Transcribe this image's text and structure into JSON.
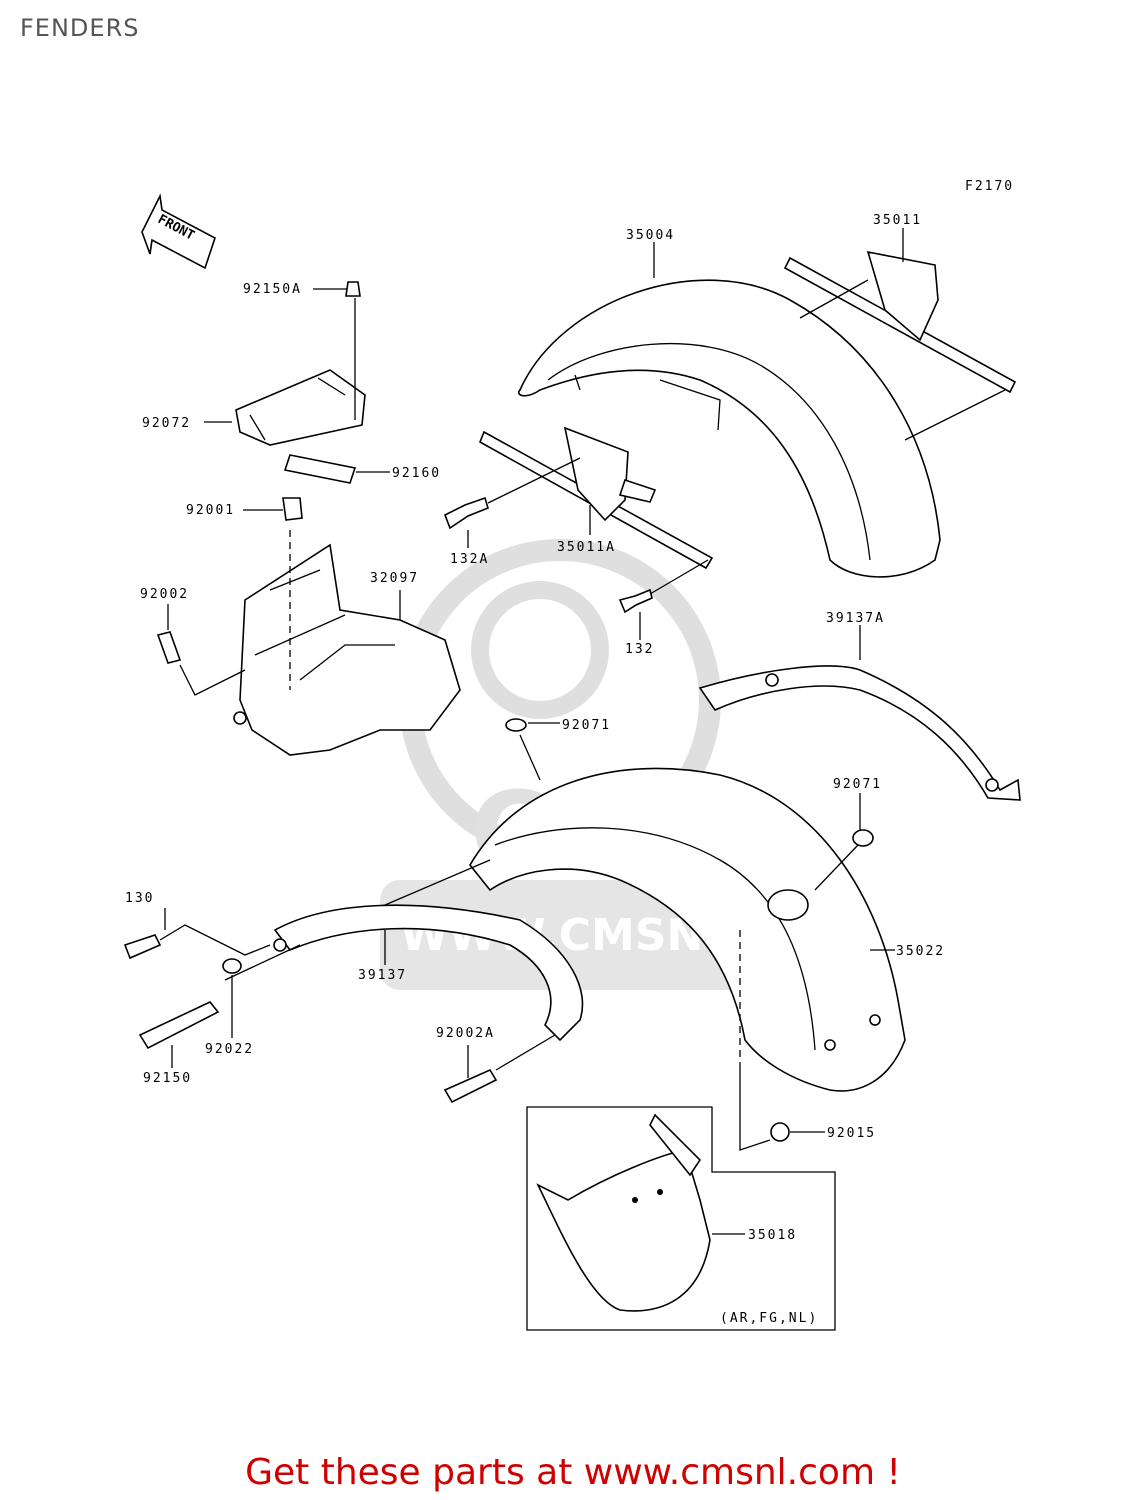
{
  "page": {
    "title": "FENDERS"
  },
  "diagram": {
    "code": "F2170",
    "front_label": "FRONT",
    "inset_note": "(AR,FG,NL)",
    "labels": {
      "p35004": "35004",
      "p35011": "35011",
      "p92150A": "92150A",
      "p92072": "92072",
      "p92160": "92160",
      "p92001": "92001",
      "p132A": "132A",
      "p35011A": "35011A",
      "p92002": "92002",
      "p32097": "32097",
      "p132": "132",
      "p39137A": "39137A",
      "p92071_top": "92071",
      "p92071_right": "92071",
      "p130": "130",
      "p39137": "39137",
      "p35022": "35022",
      "p92022": "92022",
      "p92150": "92150",
      "p92002A": "92002A",
      "p92015": "92015",
      "p35018": "35018"
    }
  },
  "watermark": {
    "brand": "CMS",
    "url": "WWW.CMSNL.COM"
  },
  "footer": {
    "link_text": "Get these parts at www.cmsnl.com !"
  },
  "colors": {
    "footer_red": "#d00000",
    "title_gray": "#555555",
    "watermark_gray": "#d8d8d8"
  }
}
